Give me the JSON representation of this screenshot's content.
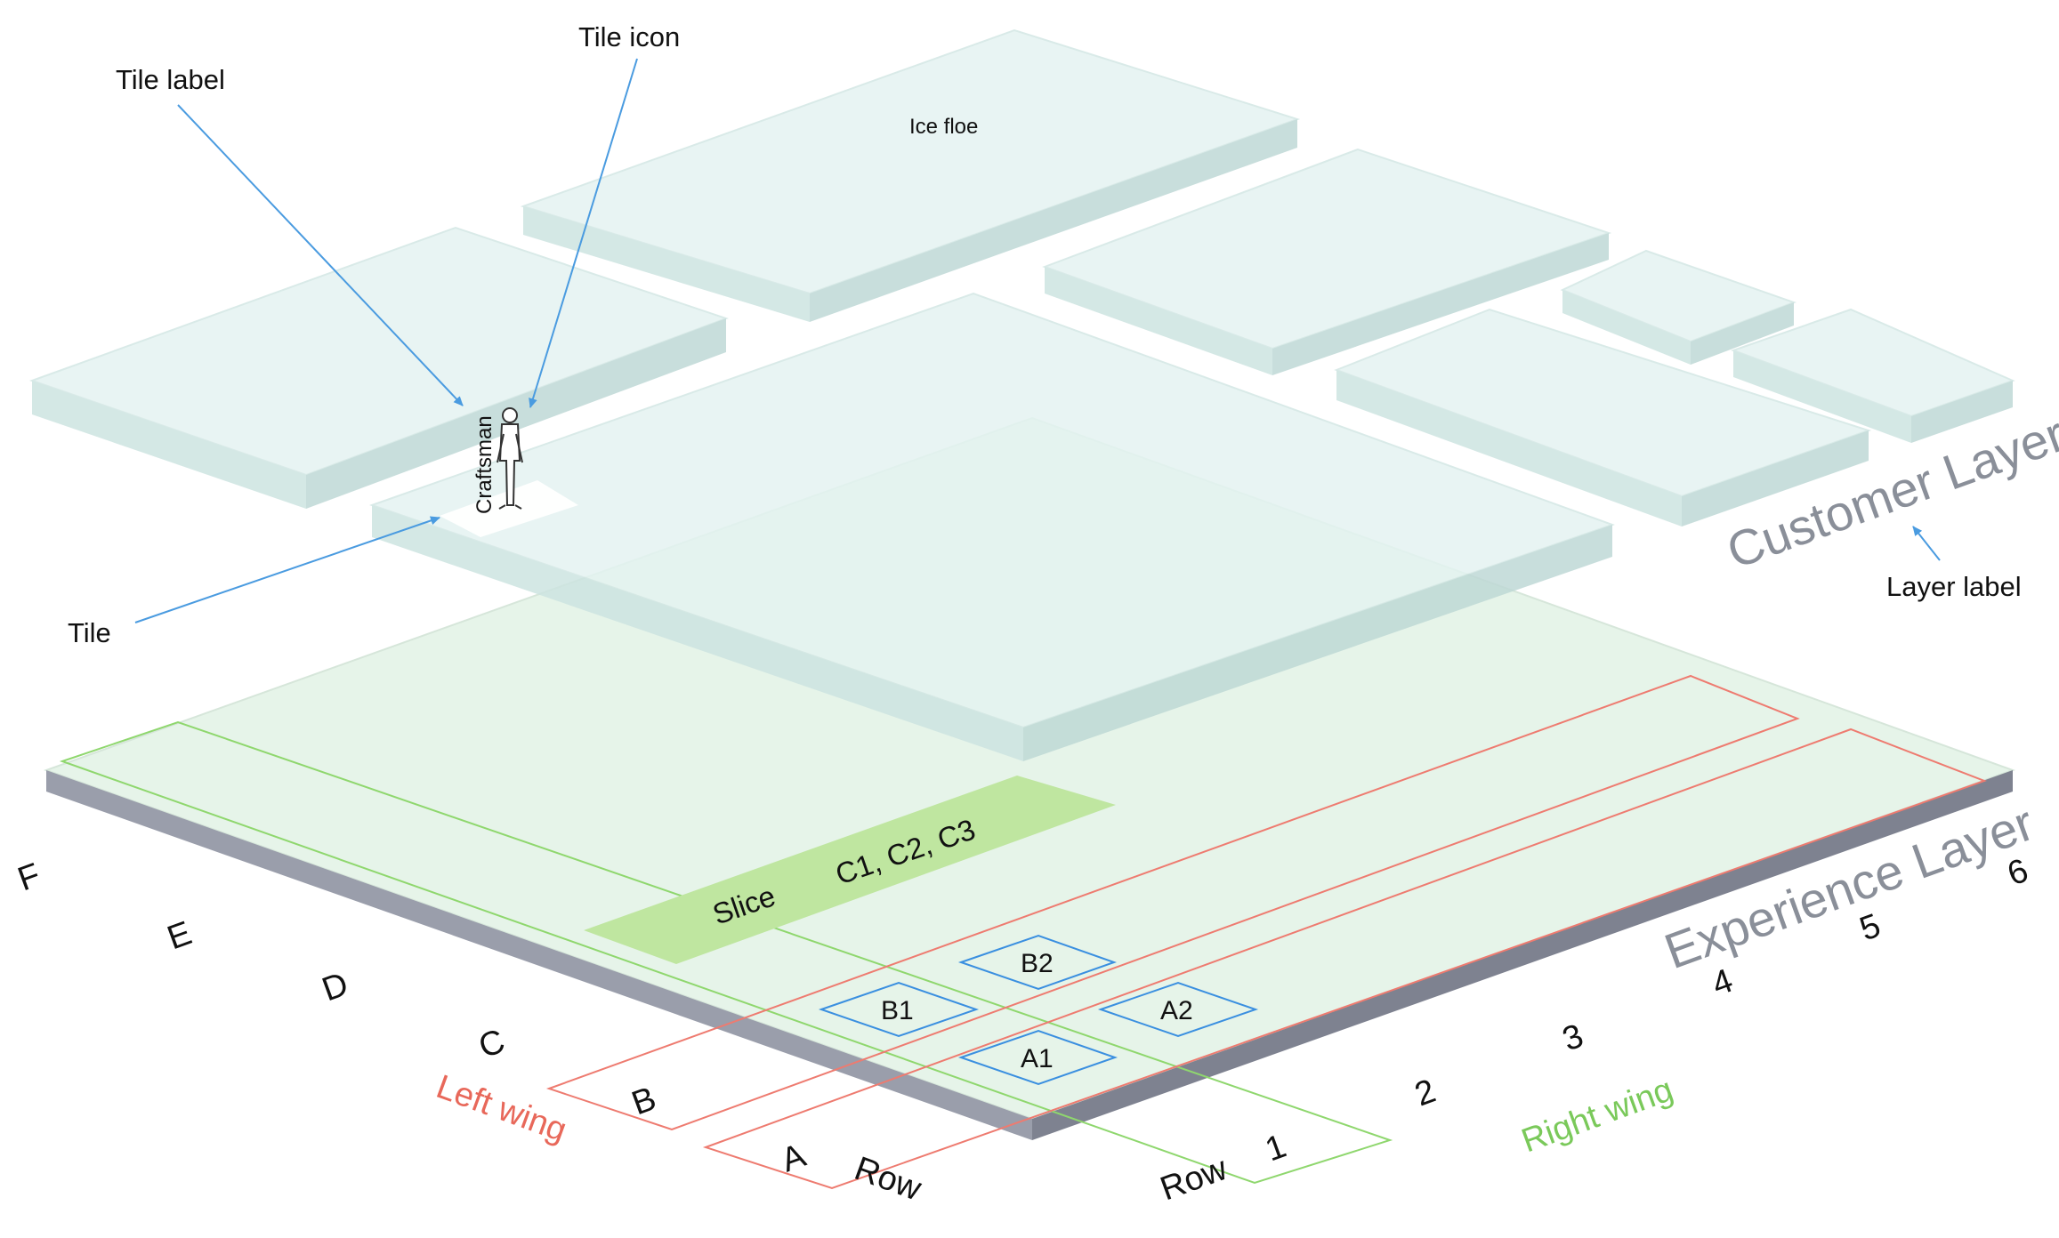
{
  "annotations": {
    "tile_label": "Tile label",
    "tile_icon": "Tile icon",
    "tile": "Tile",
    "layer_label": "Layer label"
  },
  "floes": {
    "ice_floe": "Ice floe"
  },
  "tile": {
    "label": "Craftsman",
    "icon": "person-icon"
  },
  "layers": {
    "customer": "Customer Layer",
    "experience": "Experience Layer"
  },
  "slice": {
    "label": "Slice",
    "cells": "C1, C2, C3"
  },
  "cells": [
    "B2",
    "B1",
    "A2",
    "A1"
  ],
  "columns": [
    "F",
    "E",
    "D",
    "C",
    "B",
    "A"
  ],
  "rows": [
    "1",
    "2",
    "3",
    "4",
    "5",
    "6"
  ],
  "row_word": "Row",
  "wings": {
    "left": "Left wing",
    "right": "Right wing"
  },
  "colors": {
    "floe_top": "#e4f3f1",
    "floe_side": "#cde4e1",
    "experience_top": "#e6f4e9",
    "experience_side": "#8e929e",
    "slice": "#bfe6a0",
    "left_wing": "#e8685a",
    "right_wing": "#7ac95a",
    "cell_border": "#3a8fe0",
    "arrow": "#4a9be0",
    "layer_label": "#8a8f99"
  }
}
